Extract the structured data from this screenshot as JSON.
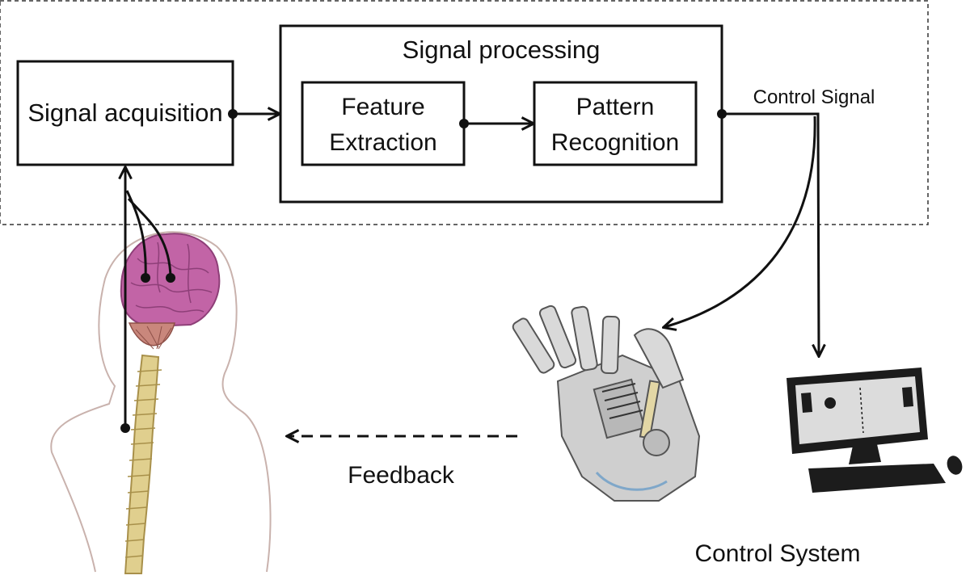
{
  "diagram": {
    "signal_acquisition": {
      "label": "Signal acquisition"
    },
    "signal_processing": {
      "title": "Signal processing",
      "feature_extraction": {
        "line1": "Feature",
        "line2": "Extraction"
      },
      "pattern_recognition": {
        "line1": "Pattern",
        "line2": "Recognition"
      }
    },
    "control_signal": {
      "label": "Control Signal"
    },
    "feedback": {
      "label": "Feedback"
    },
    "control_system": {
      "label": "Control System"
    }
  },
  "colors": {
    "line": "#111111",
    "brain": "#c264a6",
    "brain_dark": "#8e3f78",
    "spine": "#e0cf8e",
    "spine_dark": "#a8904a",
    "cerebellum": "#c9877c",
    "skin_outline": "#c9b2ad",
    "robot_hand": "#8a8a8a",
    "monitor": "#1c1c1c",
    "screen": "#dcdcdc"
  },
  "icons": [
    "human-figure-icon",
    "brain-icon",
    "spine-icon",
    "robotic-hand-icon",
    "computer-icon"
  ]
}
